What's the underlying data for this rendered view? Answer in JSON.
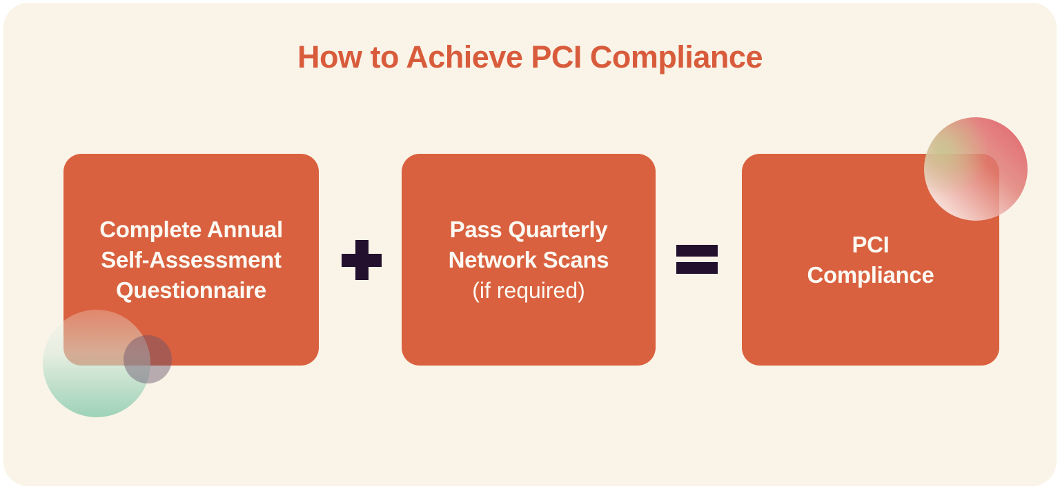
{
  "title": "How to Achieve PCI Compliance",
  "equation": {
    "boxes": [
      {
        "name": "complete-annual-self-assessment-questionnaire",
        "line1": "Complete Annual",
        "line2": "Self-Assessment",
        "line3": "Questionnaire"
      },
      {
        "name": "pass-quarterly-network-scans",
        "line1": "Pass Quarterly",
        "line2": "Network Scans",
        "note": "(if required)"
      },
      {
        "name": "pci-compliance",
        "line1": "PCI",
        "line2": "Compliance"
      }
    ],
    "plus_symbol": "+",
    "equals_symbol": "="
  },
  "colors": {
    "page_background": "#ffffff",
    "panel_cream": "#faf4e8",
    "box_orange": "#d9613f",
    "title_orange": "#d85c3c",
    "operator_dark": "#23102e",
    "box_text_white": "#fcf9f3",
    "circle_green": "#8dccaf",
    "circle_gray": "#69536b",
    "circle_pink": "#df646c"
  }
}
